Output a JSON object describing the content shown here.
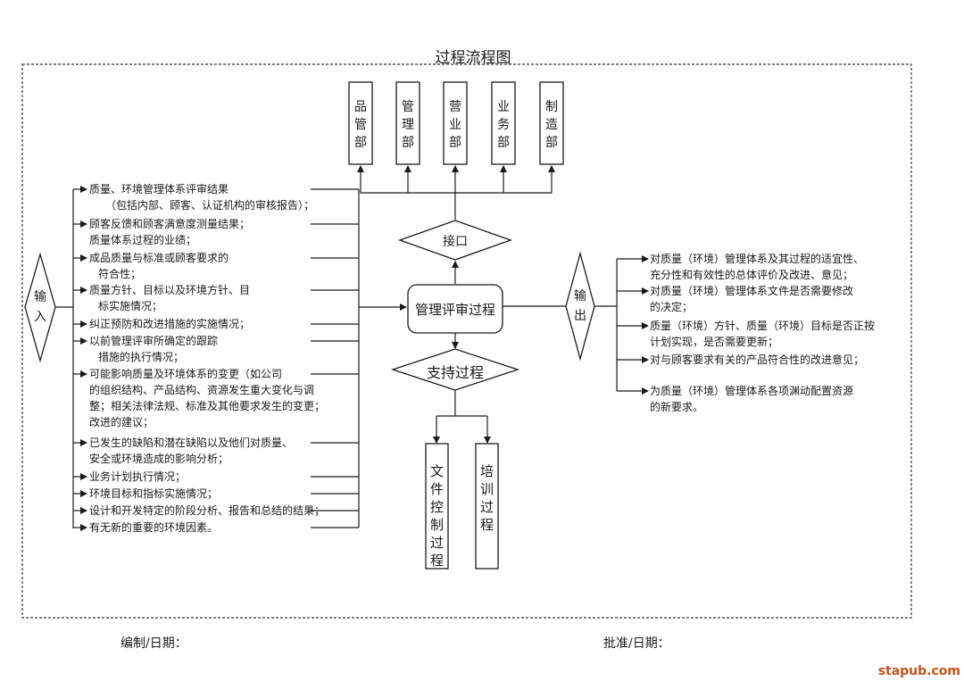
{
  "title": "过程流程图",
  "departments": [
    "品管部",
    "管理部",
    "营业部",
    "业务部",
    "制造部"
  ],
  "interface_label": "接口",
  "center_label": "管理评审过程",
  "support_label": "支持过程",
  "input_label": "输入",
  "output_label": "输出",
  "support_processes": [
    "文件控制过程",
    "培训过程"
  ],
  "inputs": [
    [
      "质量、环境管理体系评审结果",
      "（包括内部、顾客、认证机构的审核报告）；"
    ],
    [
      "顾客反馈和顾客满意度测量结果；",
      "质量体系过程的业绩；"
    ],
    [
      "成品质量与标准或顾客要求的",
      "符合性；"
    ],
    [
      "质量方针、目标以及环境方针、目",
      "标实施情况；"
    ],
    [
      "纠正预防和改进措施的实施情况；"
    ],
    [
      "以前管理评审所确定的跟踪",
      "措施的执行情况；"
    ],
    [
      "可能影响质量及环境体系的变更（如公司",
      "的组织结构、产品结构、资源发生重大变化与调",
      "整；相关法律法规、标准及其他要求发生的变更；",
      "改进的建议；"
    ],
    [
      "已发生的缺陷和潜在缺陷以及他们对质量、",
      "安全或环境造成的影响分析；"
    ],
    [
      "业务计划执行情况；"
    ],
    [
      "环境目标和指标实施情况；"
    ],
    [
      "设计和开发特定的阶段分析、报告和总结的结果；"
    ],
    [
      "有无新的重要的环境因素。"
    ]
  ],
  "outputs": [
    [
      "对质量（环境）管理体系及其过程的适宜性、",
      "充分性和有效性的总体评价及改进、意见；"
    ],
    [
      "对质量（环境）管理体系文件是否需要修改",
      "的决定；"
    ],
    [
      "质量（环境）方针、质量（环境）目标是否正按",
      "计划实现，是否需要更新；"
    ],
    [
      "对与顾客要求有关的产品符合性的改进意见；"
    ],
    [
      "为质量（环境）管理体系各项渊动配置资源",
      "的新要求。"
    ]
  ],
  "footer": {
    "prepared": "编制/日期：",
    "approved": "批准/日期："
  },
  "watermark": "stapub.com"
}
